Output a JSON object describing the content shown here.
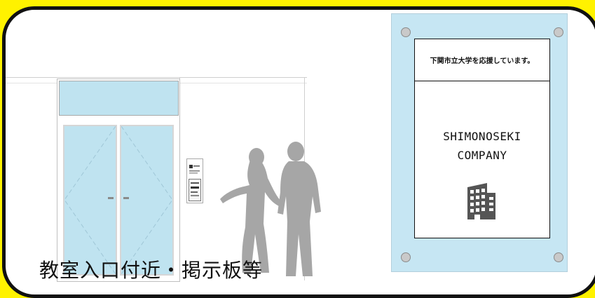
{
  "caption": "教室入口付近・掲示板等",
  "sign": {
    "header": "下関市立大学を応援しています。",
    "company_line1": "SHIMONOSEKI",
    "company_line2": "COMPANY"
  },
  "icons": {
    "building": "office-building-icon",
    "people": "people-silhouette-icon",
    "screw": "screw-icon"
  },
  "colors": {
    "background": "#FFF200",
    "glass": "#BFE3F0",
    "acrylic_plate": "#C6E6F3",
    "silhouette": "#A6A6A6"
  }
}
